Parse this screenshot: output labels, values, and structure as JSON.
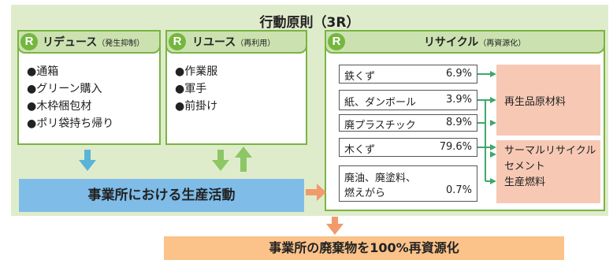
{
  "title": "行動原則（3R）",
  "reduce": {
    "badge": "R",
    "label": "リデュース",
    "sub": "（発生抑制）",
    "items": [
      "●通箱",
      "●グリーン購入",
      "●木枠梱包材",
      "●ポリ袋持ち帰り"
    ]
  },
  "reuse": {
    "badge": "R",
    "label": "リユース",
    "sub": "（再利用）",
    "items": [
      "●作業服",
      "●軍手",
      "●前掛け"
    ]
  },
  "recycle": {
    "badge": "R",
    "label": "リサイクル",
    "sub": "（再資源化）",
    "rows": [
      {
        "name": "鉄くず",
        "pct": "6.9%"
      },
      {
        "name": "紙、ダンボール",
        "pct": "3.9%"
      },
      {
        "name": "廃プラスチック",
        "pct": "8.9%"
      },
      {
        "name": "木くず",
        "pct": "79.6%"
      },
      {
        "name1": "廃油、廃塗料、",
        "name2": "燃えがら",
        "pct": "0.7%"
      }
    ],
    "out1": "再生品原材料",
    "out2": [
      "サーマルリサイクル",
      "セメント",
      "生産燃料"
    ]
  },
  "activity": "事業所における生産活動",
  "result": "事業所の廃棄物を100%再資源化",
  "colors": {
    "panel": "#dfeccb",
    "green": "#75b63e",
    "head": "#cbe2b0",
    "blue_arrow": "#5ab4d8",
    "green_arrow": "#8cc665",
    "orange_arrow": "#f19a6c",
    "pink": "#f7c9b5",
    "activity": "#7fbce8",
    "result": "#fbc28a"
  }
}
